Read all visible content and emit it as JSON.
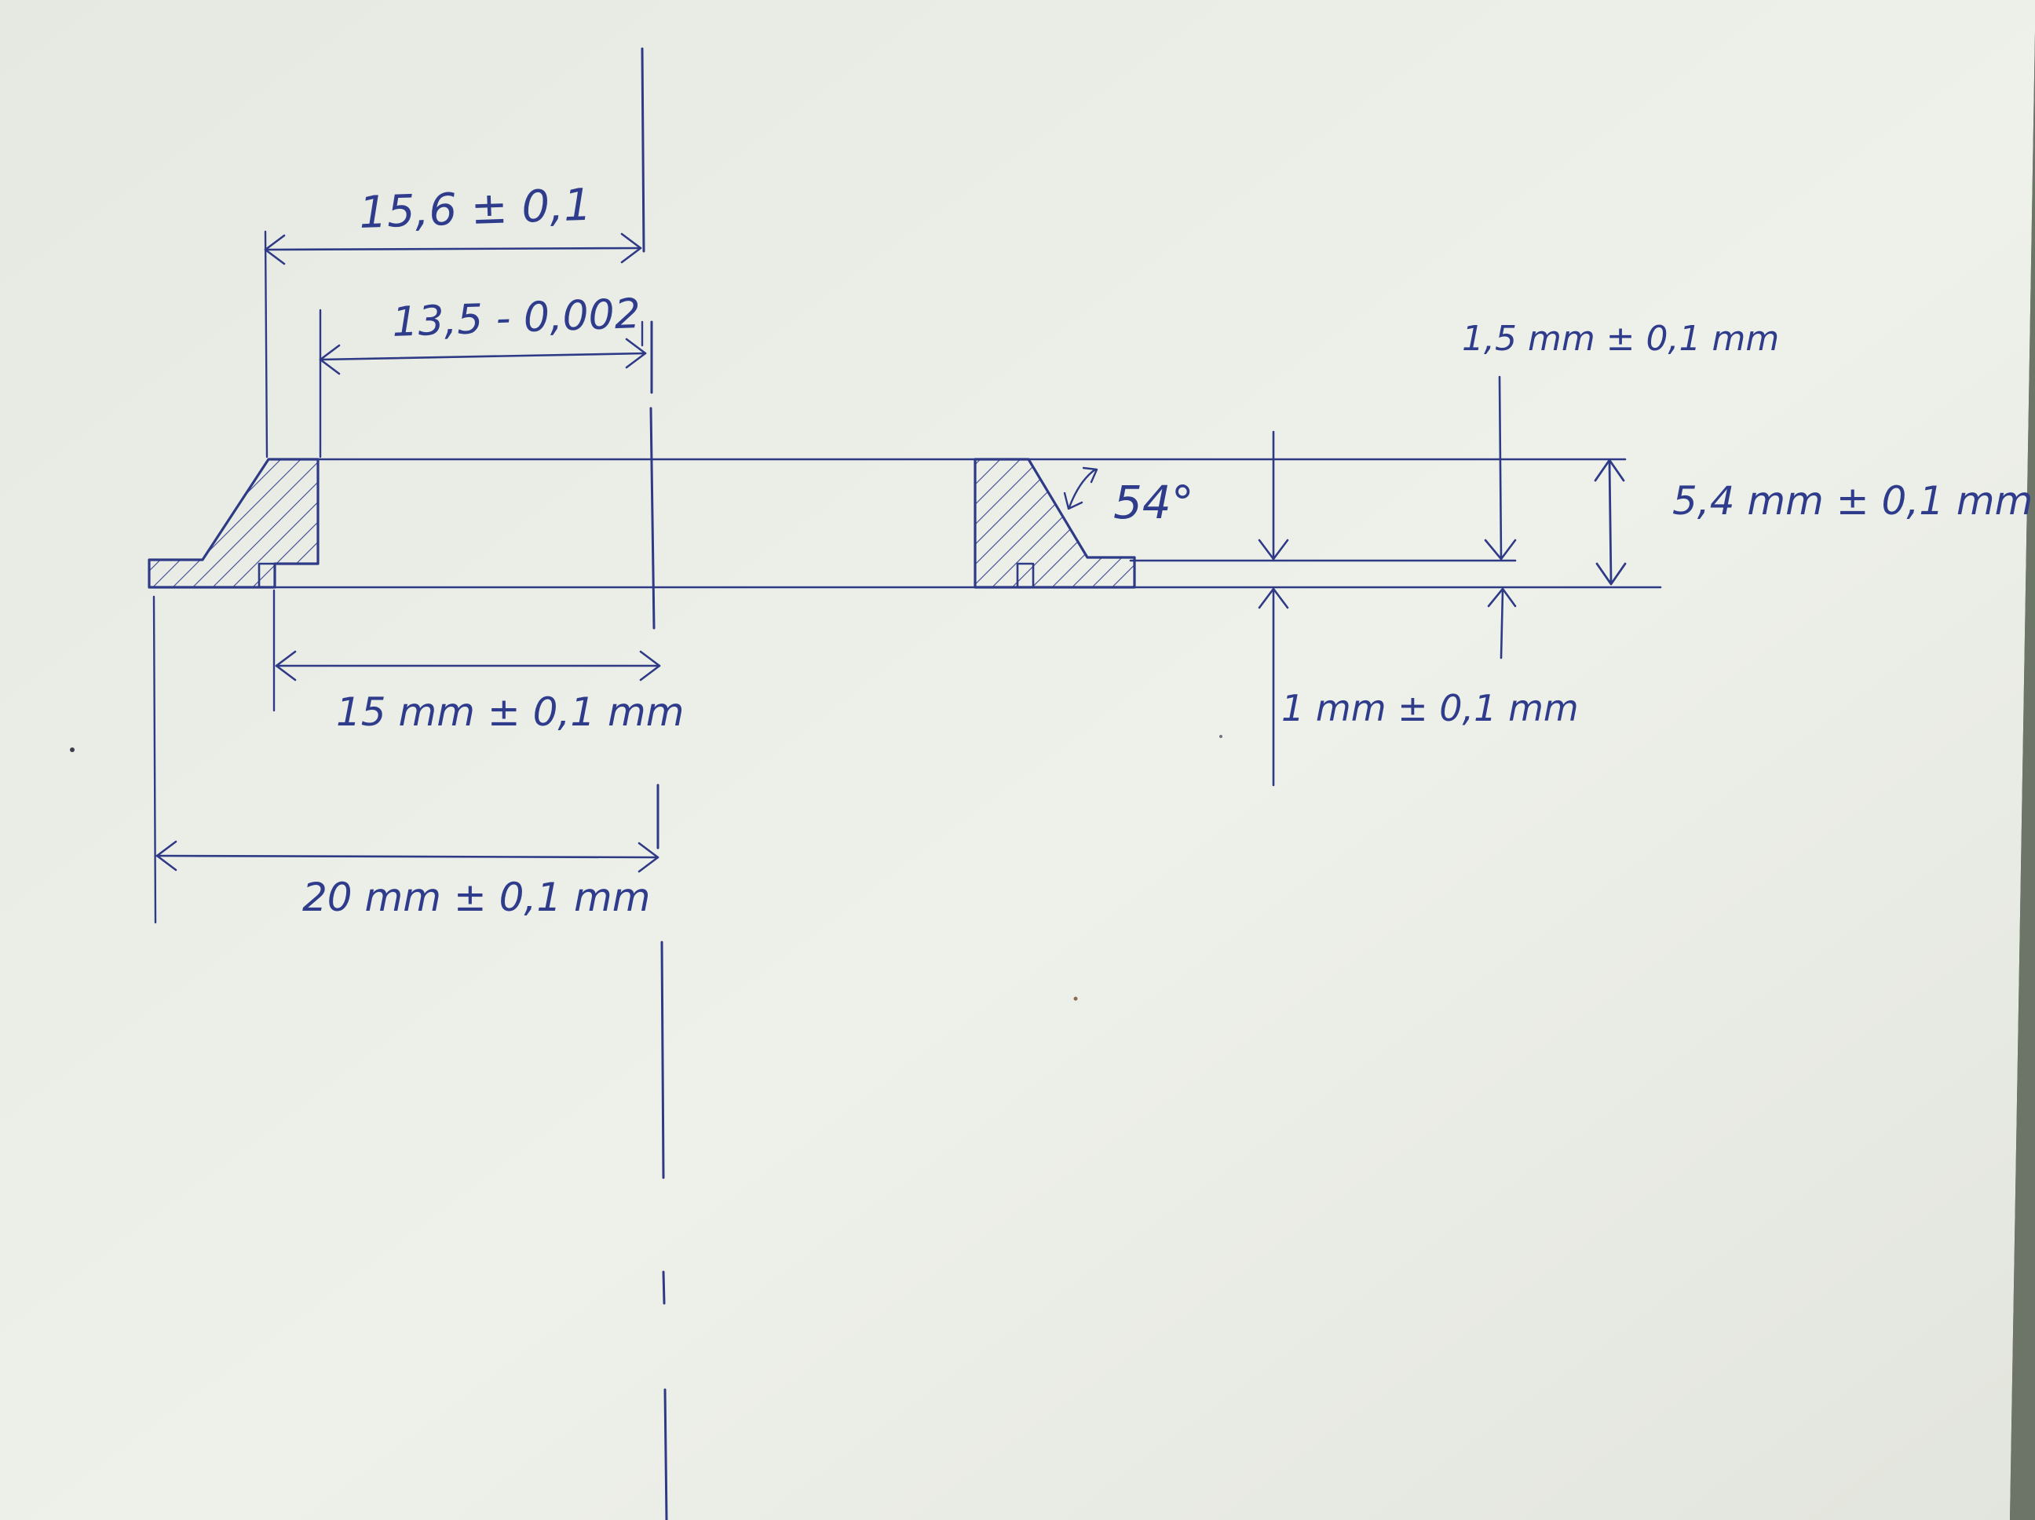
{
  "drawing": {
    "dimensions": {
      "outer_step": "15,6 ± 0,1",
      "inner_bore": "13,5 - 0,002",
      "groove_width": "15 mm ± 0,1 mm",
      "total_width": "20 mm ± 0,1 mm",
      "bevel_angle": "54°",
      "top_offset": "1,5 mm ± 0,1 mm",
      "height": "5,4 mm ± 0,1 mm",
      "base_offset": "1 mm ± 0,1 mm"
    }
  },
  "colors": {
    "paper": "#ecefe8",
    "ink": "#2e3a86",
    "background": "#6d7468"
  }
}
